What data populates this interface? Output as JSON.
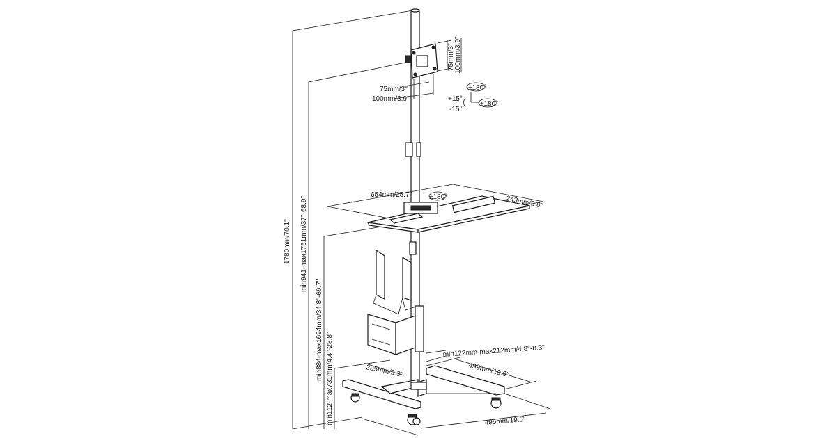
{
  "labels": {
    "total_height": "1780mm/70.1''",
    "monitor_height": "min941-max1751mm/37''-68.9''",
    "tray_height": "min884-max1694mm/34.8''-66.7''",
    "cpu_height": "min112-max731mm/4.4''-28.8''",
    "vesa_h_75": "75mm/3''",
    "vesa_h_100": "100mm/3.9''",
    "vesa_v_75": "75mm/3''",
    "vesa_v_100": "100mm/3.9''",
    "rot_180_top": "±180°",
    "rot_180_side": "±180°",
    "tilt_plus": "+15°",
    "tilt_minus": "-15°",
    "tray_width": "654mm/25.7''",
    "tray_rot": "±180°",
    "tray_depth": "243mm/9.6''",
    "cpu_width": "min122mm-max212mm/4.8''-8.3''",
    "cpu_depth": "235mm/9.3''",
    "base_depth": "499mm/19.6''",
    "base_width": "495mm/19.5''"
  }
}
